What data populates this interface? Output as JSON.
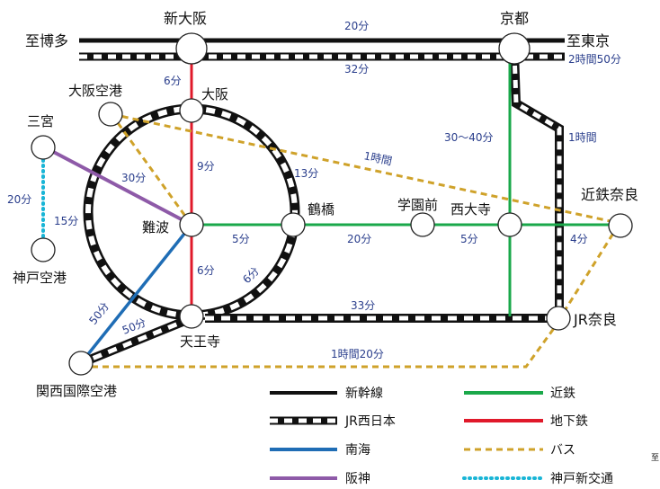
{
  "stations": {
    "shin_osaka": "新大阪",
    "kyoto": "京都",
    "hakata": "至博多",
    "tokyo": "至東京",
    "itami": "大阪空港",
    "osaka": "大阪",
    "sannomiya": "三宮",
    "kobe_airport": "神戸空港",
    "namba": "難波",
    "tsuruhashi": "鶴橋",
    "gakuenmae": "学園前",
    "saidaiji": "西大寺",
    "kintetsu_nara": "近鉄奈良",
    "jr_nara": "JR奈良",
    "tennoji": "天王寺",
    "kansai_airport": "関西国際空港"
  },
  "times": {
    "shinkansen_hakata_kyoto": "20分",
    "jr_hakata_kyoto": "32分",
    "kyoto_tokyo": "2時間50分",
    "shin_osaka_osaka": "6分",
    "osaka_namba": "9分",
    "osaka_tsuruhashi": "13分",
    "itami_namba": "30分",
    "itami_nara": "1時間",
    "kyoto_saidaiji": "30〜40分",
    "kyoto_jrnara": "1時間",
    "sannomiya_kobe": "20分",
    "sannomiya_namba": "15分",
    "namba_tsuruhashi": "5分",
    "tsuruhashi_gakuenmae": "20分",
    "gakuenmae_saidaiji": "5分",
    "saidaiji_kintetsunara": "4分",
    "namba_tennoji": "6分",
    "tennoji_tsuruhashi": "6分",
    "kix_namba": "50分",
    "kix_tennoji": "50分",
    "tennoji_jrnara": "33分",
    "kix_nara": "1時間20分"
  },
  "legend": {
    "shinkansen": "新幹線",
    "jr_west": "JR西日本",
    "nankai": "南海",
    "hanshin": "阪神",
    "kintetsu": "近鉄",
    "subway": "地下鉄",
    "bus": "バス",
    "kobe_shinkotsu": "神戸新交通"
  },
  "cutoff_label": "至",
  "colors": {
    "shinkansen": "#111111",
    "jr": "#111111",
    "kintetsu": "#1aa84a",
    "subway": "#e0192a",
    "nankai": "#1f6db5",
    "hanshin": "#8e5aa8",
    "bus": "#cfa22a",
    "kobe_shinkotsu": "#19b5d6",
    "time_text": "#2a3e8c"
  }
}
